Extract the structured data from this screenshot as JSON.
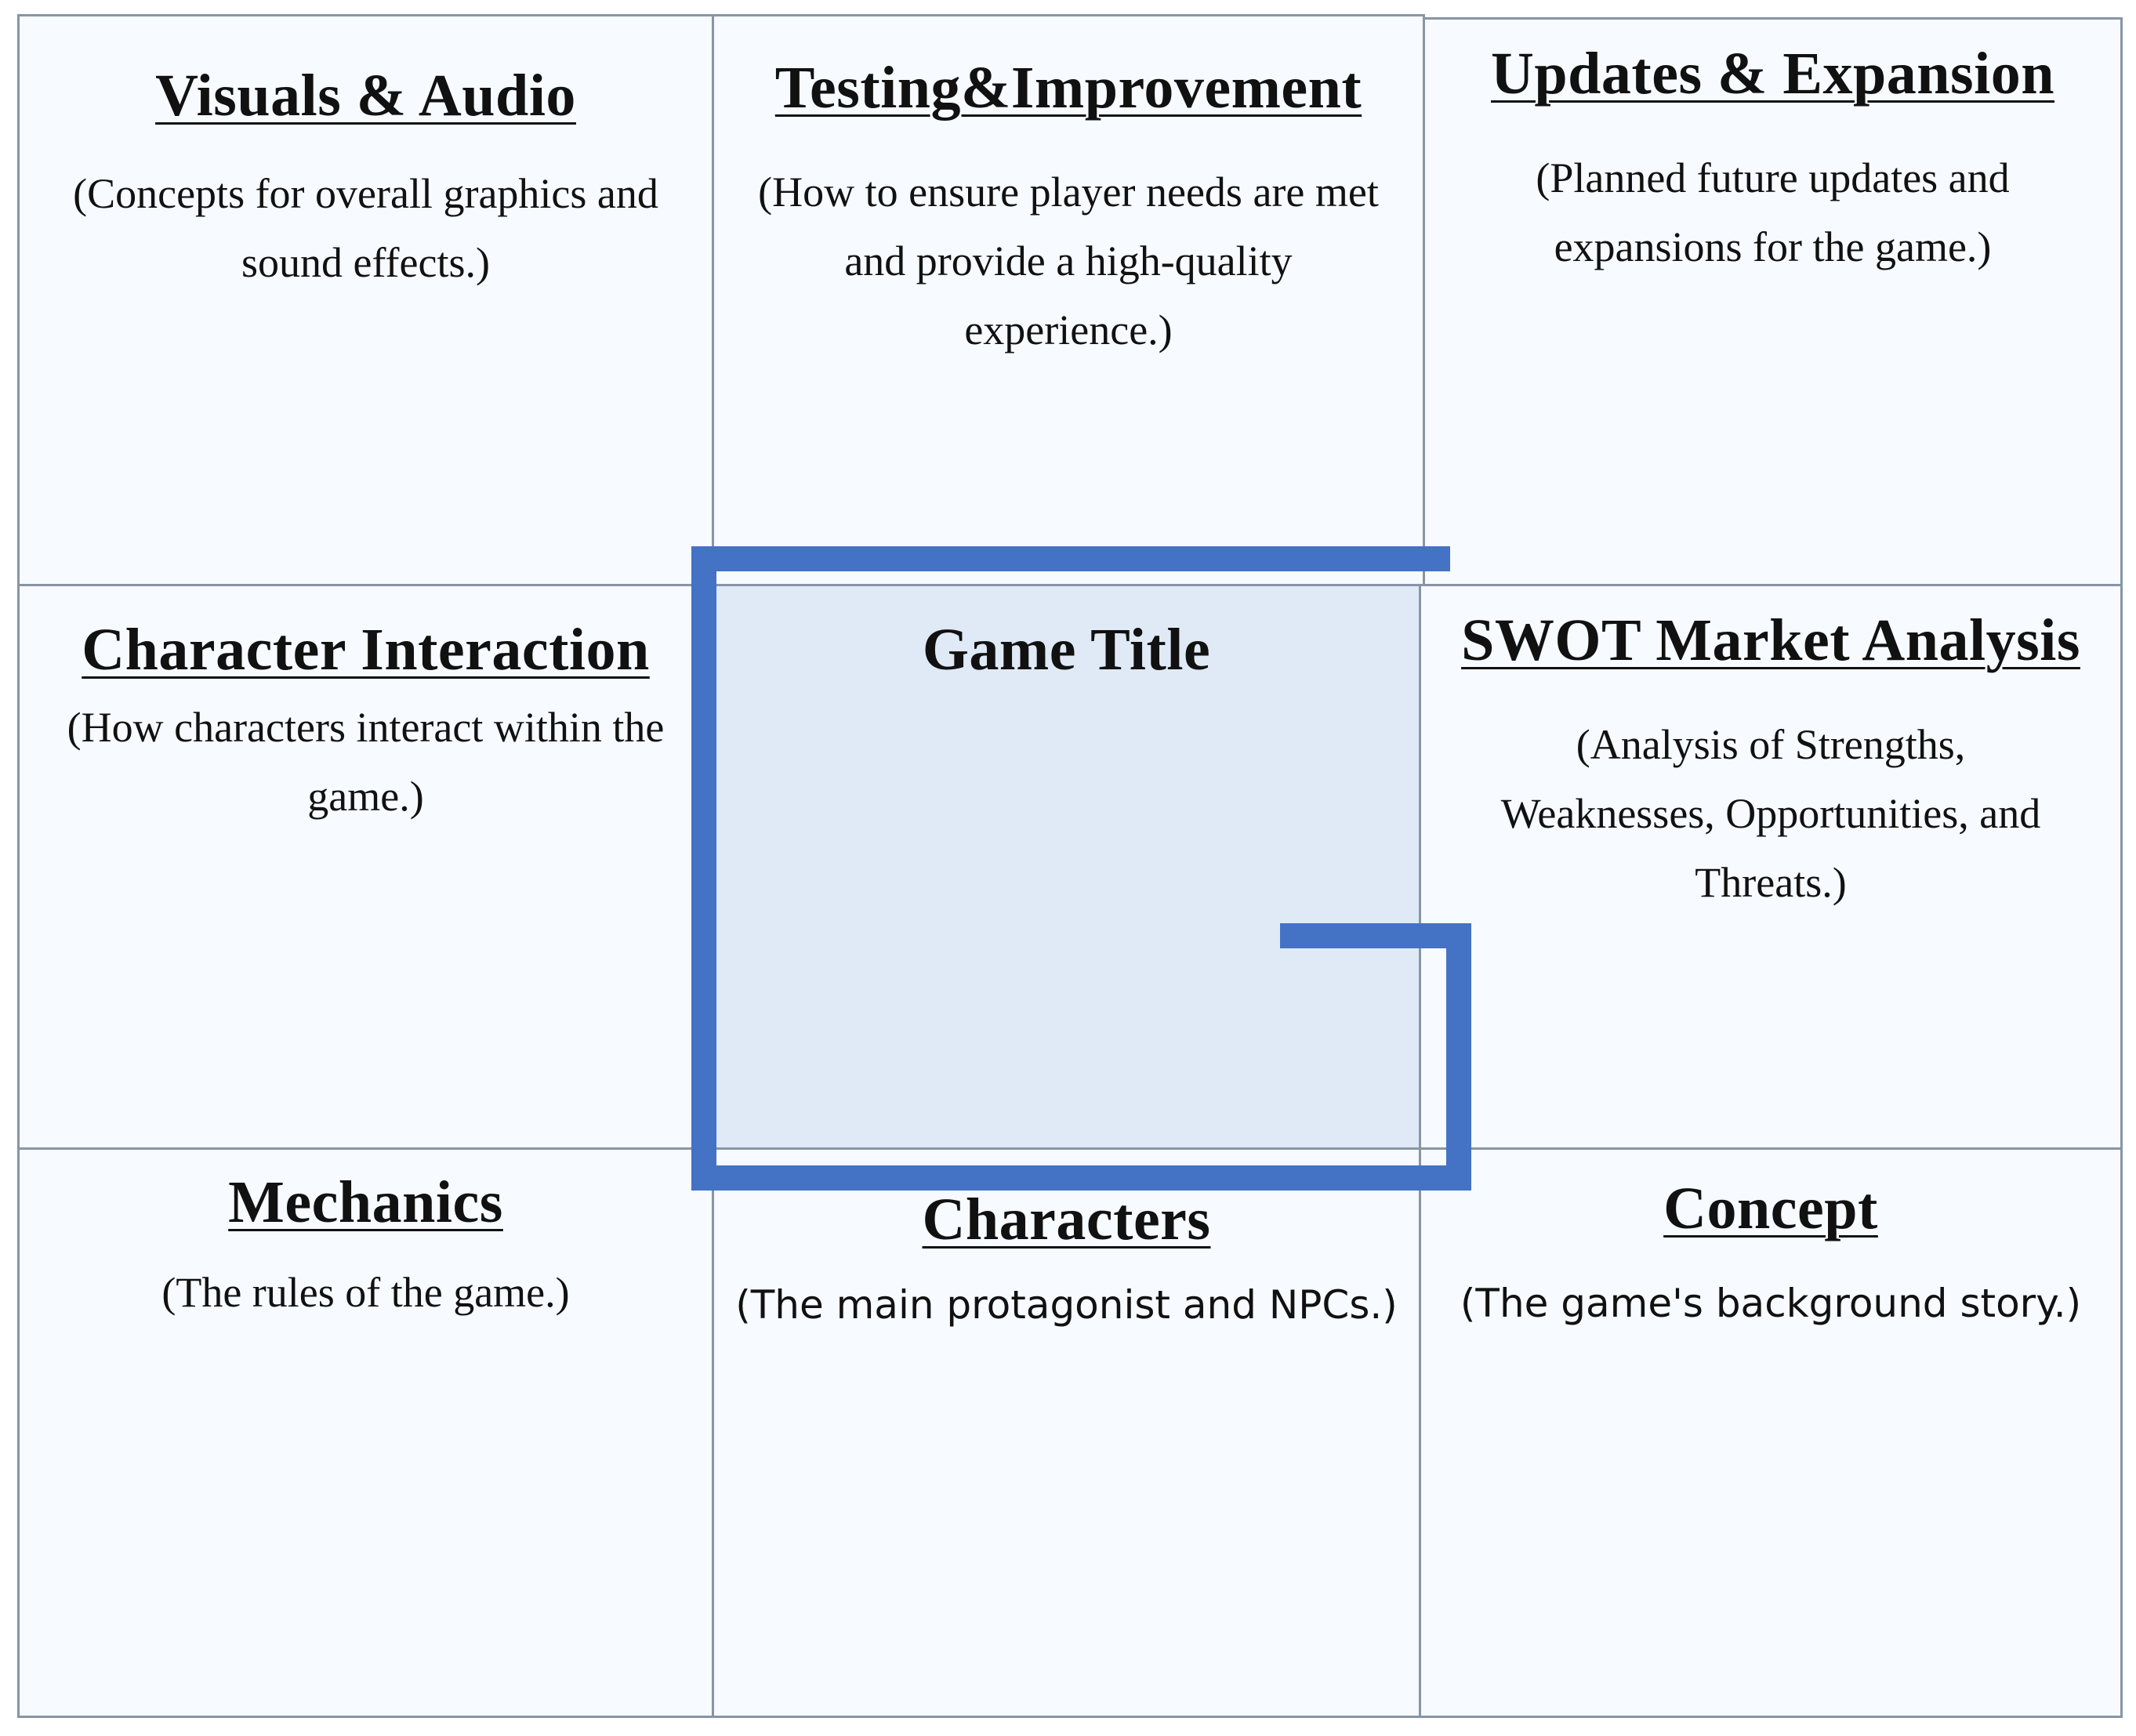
{
  "cells": {
    "visuals_audio": {
      "title": "Visuals & Audio",
      "description": "(Concepts for overall graphics and sound effects.)"
    },
    "testing_improvement": {
      "title": "Testing&Improvement",
      "description": "(How to ensure player needs are met and provide a high-quality experience.)"
    },
    "updates_expansion": {
      "title": "Updates & Expansion",
      "description": "(Planned future updates and expansions for the game.)"
    },
    "character_interaction": {
      "title": "Character Interaction",
      "description": "(How characters interact within the game.)"
    },
    "game_title": {
      "title": "Game Title"
    },
    "swot_market_analysis": {
      "title": "SWOT Market Analysis",
      "description": "(Analysis of Strengths, Weaknesses, Opportunities, and Threats.)"
    },
    "mechanics": {
      "title": "Mechanics",
      "description": "(The rules of the game.)"
    },
    "characters": {
      "title": "Characters",
      "description": "(The main protagonist and NPCs.)"
    },
    "concept": {
      "title": "Concept",
      "description": "(The game's background story.)"
    }
  },
  "colors": {
    "cell_background": "#f7faff",
    "center_background": "#dfeaf6",
    "grid_border": "#8795a6",
    "frame_accent": "#4472c4"
  }
}
